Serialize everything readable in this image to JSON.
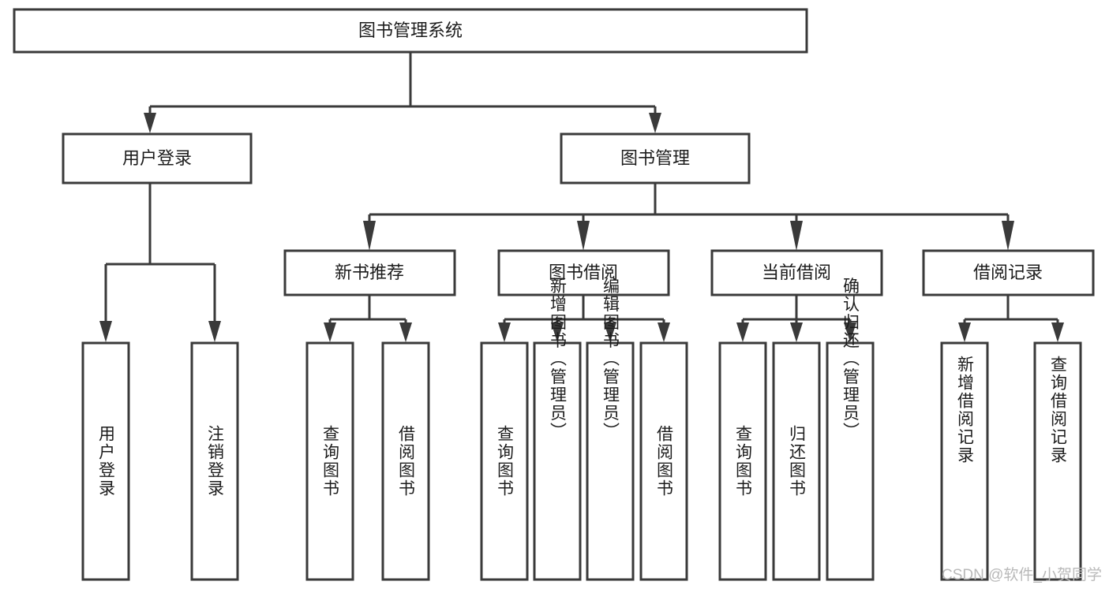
{
  "diagram": {
    "type": "tree-hierarchy",
    "title": "图书管理系统",
    "watermark": "CSDN @软件_小贺同学",
    "root": {
      "label": "图书管理系统",
      "level": 0
    },
    "level2": [
      {
        "label": "用户登录"
      },
      {
        "label": "图书管理"
      }
    ],
    "level3": [
      {
        "label": "新书推荐"
      },
      {
        "label": "图书借阅"
      },
      {
        "label": "当前借阅"
      },
      {
        "label": "借阅记录"
      }
    ],
    "leaves": {
      "user_login": [
        {
          "label": "用户登录"
        },
        {
          "label": "注销登录"
        }
      ],
      "new_book_recommend": [
        {
          "label": "查询图书"
        },
        {
          "label": "借阅图书"
        }
      ],
      "book_borrow": [
        {
          "label": "查询图书"
        },
        {
          "label": "新增图书（管理员）"
        },
        {
          "label": "编辑图书（管理员）"
        },
        {
          "label": "借阅图书"
        }
      ],
      "current_borrow": [
        {
          "label": "查询图书"
        },
        {
          "label": "归还图书"
        },
        {
          "label": "确认归还（管理员）"
        }
      ],
      "borrow_record": [
        {
          "label": "新增借阅记录"
        },
        {
          "label": "查询借阅记录"
        }
      ]
    },
    "colors": {
      "stroke": "#3a3a3a",
      "fill": "#ffffff",
      "text": "#1c1c1c",
      "watermark": "#b9b9b9"
    }
  }
}
